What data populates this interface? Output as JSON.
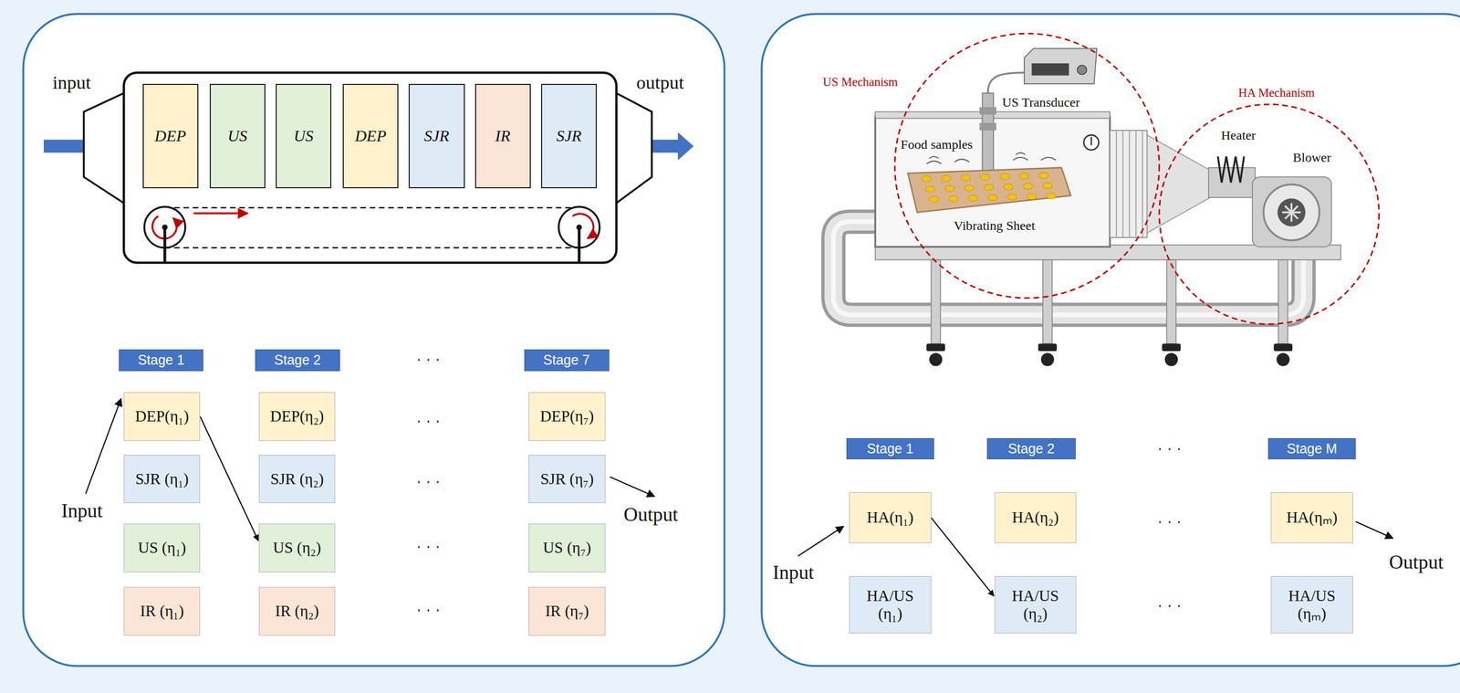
{
  "diagram": {
    "nodes": [
      {
        "text": [
          "DEP"
        ]
      },
      {
        "text": [
          "US"
        ]
      },
      {
        "text": [
          "US"
        ]
      },
      {
        "text": [
          "DEP"
        ]
      },
      {
        "text": [
          "SJR"
        ]
      },
      {
        "text": [
          "IR"
        ]
      },
      {
        "text": [
          "SJR"
        ]
      },
      {
        "text": [
          "Stage 1"
        ]
      },
      {
        "text": [
          "DEP(η₁)"
        ]
      },
      {
        "text": [
          "SJR (η₁)"
        ]
      },
      {
        "text": [
          "US (η₁)"
        ]
      },
      {
        "text": [
          "IR (η₁)"
        ]
      },
      {
        "text": [
          "Stage 2"
        ]
      },
      {
        "text": [
          "DEP(η₂)"
        ]
      },
      {
        "text": [
          "SJR (η₂)"
        ]
      },
      {
        "text": [
          "US (η₂)"
        ]
      },
      {
        "text": [
          "IR (η₂)"
        ]
      },
      {
        "text": [
          "Stage 7"
        ]
      },
      {
        "text": [
          "DEP(η₇)"
        ]
      },
      {
        "text": [
          "SJR (η₇)"
        ]
      },
      {
        "text": [
          "US (η₇)"
        ]
      },
      {
        "text": [
          "IR (η₇)"
        ]
      },
      {
        "text": [
          "Stage 1"
        ]
      },
      {
        "text": [
          "HA(η₁)"
        ]
      },
      {
        "text": [
          "HA/US (η₁)"
        ]
      },
      {
        "text": [
          "Stage 2"
        ]
      },
      {
        "text": [
          "HA(η₂)"
        ]
      },
      {
        "text": [
          "HA/US (η₂)"
        ]
      },
      {
        "text": [
          "Stage M"
        ]
      },
      {
        "text": [
          "HA(ηₘ)"
        ]
      },
      {
        "text": [
          "HA/US (ηₘ)"
        ]
      }
    ],
    "edges": [
      {
        "from": 8,
        "to": 15,
        "arrow": "to"
      },
      {
        "from": 23,
        "to": 27,
        "arrow": "to"
      }
    ],
    "labels": [
      "input",
      "output",
      "Input",
      "Output",
      "· · ·",
      "· · ·",
      "· · ·",
      "· · ·",
      "· · ·",
      "US Mechanism",
      "US Transducer",
      "Food samples",
      "Vibrating Sheet",
      "HA Mechanism",
      "Heater",
      "Blower",
      "Input",
      "Output",
      "· · ·",
      "· · ·",
      "· · ·"
    ]
  }
}
